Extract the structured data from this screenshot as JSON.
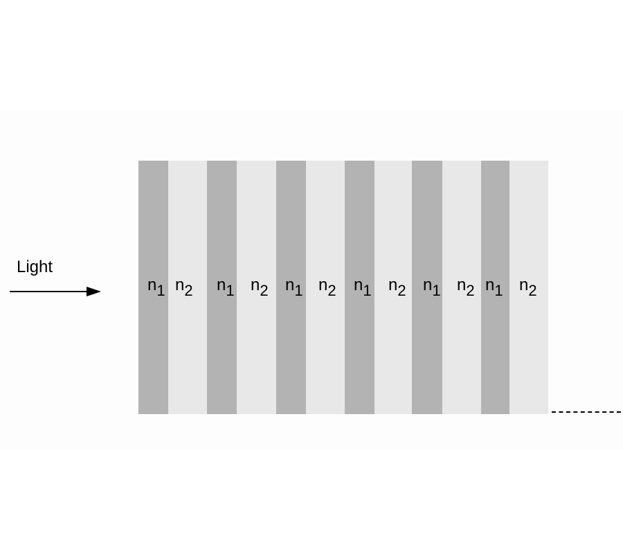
{
  "diagram": {
    "light_label": "Light",
    "colors": {
      "layer_n1": "#b3b3b3",
      "layer_n2": "#e8e8e8",
      "arrow": "#000000",
      "background": "#ffffff"
    },
    "layers": [
      {
        "material": "n1",
        "symbol": "n",
        "subscript": "1"
      },
      {
        "material": "n2",
        "symbol": "n",
        "subscript": "2"
      },
      {
        "material": "n1",
        "symbol": "n",
        "subscript": "1"
      },
      {
        "material": "n2",
        "symbol": "n",
        "subscript": "2"
      },
      {
        "material": "n1",
        "symbol": "n",
        "subscript": "1"
      },
      {
        "material": "n2",
        "symbol": "n",
        "subscript": "2"
      },
      {
        "material": "n1",
        "symbol": "n",
        "subscript": "1"
      },
      {
        "material": "n2",
        "symbol": "n",
        "subscript": "2"
      },
      {
        "material": "n1",
        "symbol": "n",
        "subscript": "1"
      },
      {
        "material": "n2",
        "symbol": "n",
        "subscript": "2"
      },
      {
        "material": "n1",
        "symbol": "n",
        "subscript": "1"
      },
      {
        "material": "n2",
        "symbol": "n",
        "subscript": "2"
      }
    ]
  }
}
